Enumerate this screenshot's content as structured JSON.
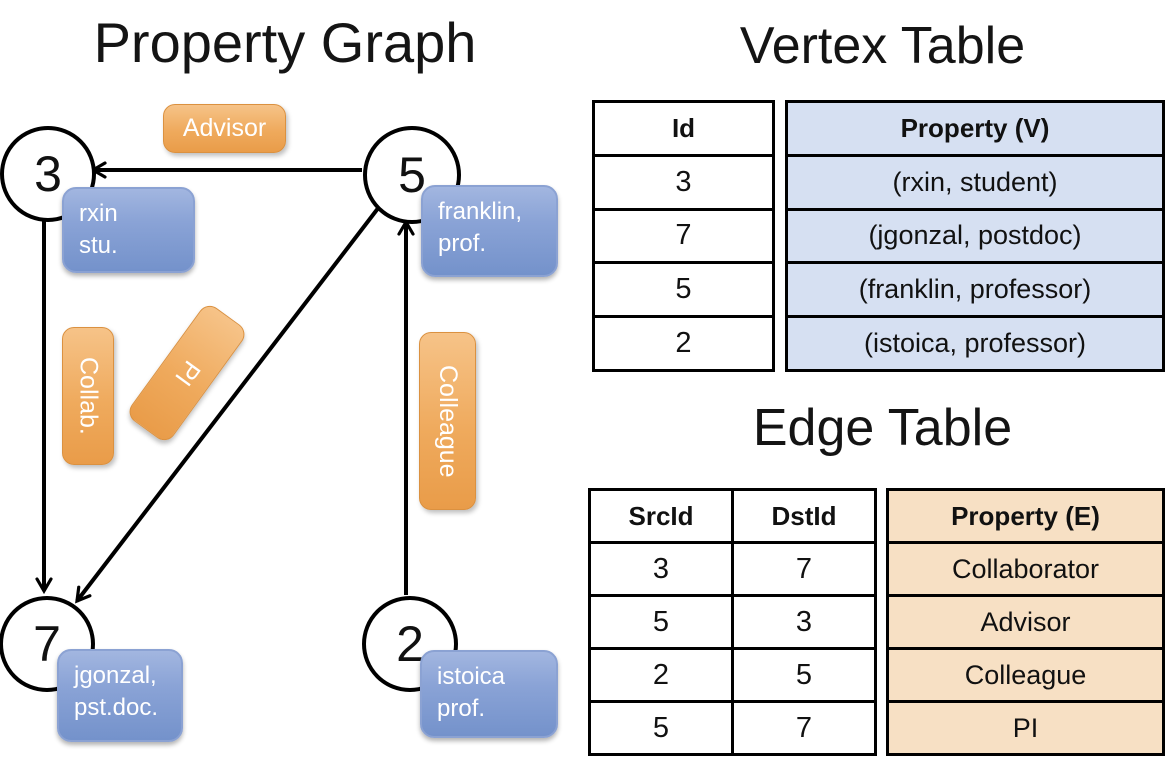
{
  "graph": {
    "title": "Property Graph",
    "nodes": [
      {
        "id": "3",
        "label_line1": "rxin",
        "label_line2": "stu."
      },
      {
        "id": "5",
        "label_line1": "franklin,",
        "label_line2": "prof."
      },
      {
        "id": "7",
        "label_line1": "jgonzal,",
        "label_line2": "pst.doc."
      },
      {
        "id": "2",
        "label_line1": "istoica",
        "label_line2": "prof."
      }
    ],
    "edge_labels": {
      "advisor": "Advisor",
      "collab": "Collab.",
      "pi": "PI",
      "colleague": "Colleague"
    },
    "edges": [
      {
        "src": "5",
        "dst": "3",
        "label": "Advisor"
      },
      {
        "src": "3",
        "dst": "7",
        "label": "Collab."
      },
      {
        "src": "5",
        "dst": "7",
        "label": "PI"
      },
      {
        "src": "2",
        "dst": "5",
        "label": "Colleague"
      }
    ]
  },
  "vertex_table": {
    "title": "Vertex Table",
    "columns": {
      "id": "Id",
      "property": "Property (V)"
    },
    "rows": [
      {
        "id": "3",
        "property": "(rxin, student)"
      },
      {
        "id": "7",
        "property": "(jgonzal, postdoc)"
      },
      {
        "id": "5",
        "property": "(franklin, professor)"
      },
      {
        "id": "2",
        "property": "(istoica, professor)"
      }
    ]
  },
  "edge_table": {
    "title": "Edge Table",
    "columns": {
      "src": "SrcId",
      "dst": "DstId",
      "property": "Property (E)"
    },
    "rows": [
      {
        "src": "3",
        "dst": "7",
        "property": "Collaborator"
      },
      {
        "src": "5",
        "dst": "3",
        "property": "Advisor"
      },
      {
        "src": "2",
        "dst": "5",
        "property": "Colleague"
      },
      {
        "src": "5",
        "dst": "7",
        "property": "PI"
      }
    ]
  },
  "colors": {
    "edge_label_orange": "#ED9D47",
    "vertex_label_blue": "#7B97CF",
    "vertex_property_fill": "#D6E0F2",
    "edge_property_fill": "#F7E0C4",
    "line_black": "#000000"
  }
}
